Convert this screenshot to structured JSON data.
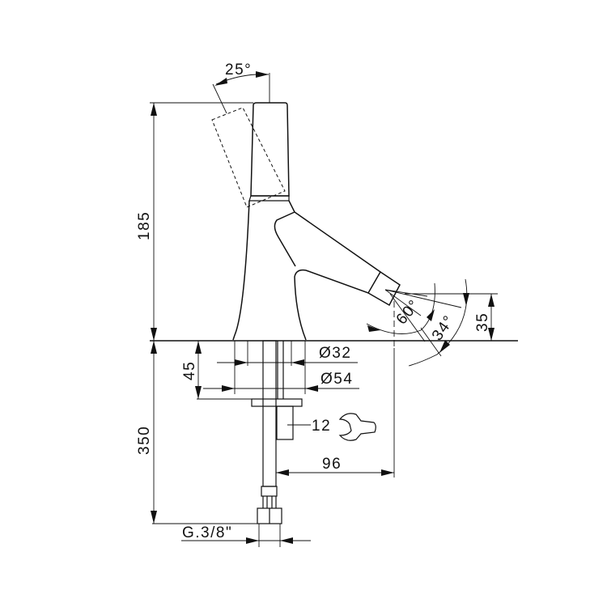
{
  "drawing": {
    "title": "Bidet mixer technical drawing",
    "dimensions": {
      "handle_angle": "25°",
      "height": "185",
      "hose_length": "350",
      "thread_depth": "45",
      "hole_min": "Ø32",
      "hole_max": "Ø54",
      "spout_angle": "60°",
      "jet_angle": "34°",
      "spout_height": "35",
      "wrench_size": "12",
      "reach": "96",
      "connection": "G.3/8\""
    },
    "line_color": "#111111"
  }
}
